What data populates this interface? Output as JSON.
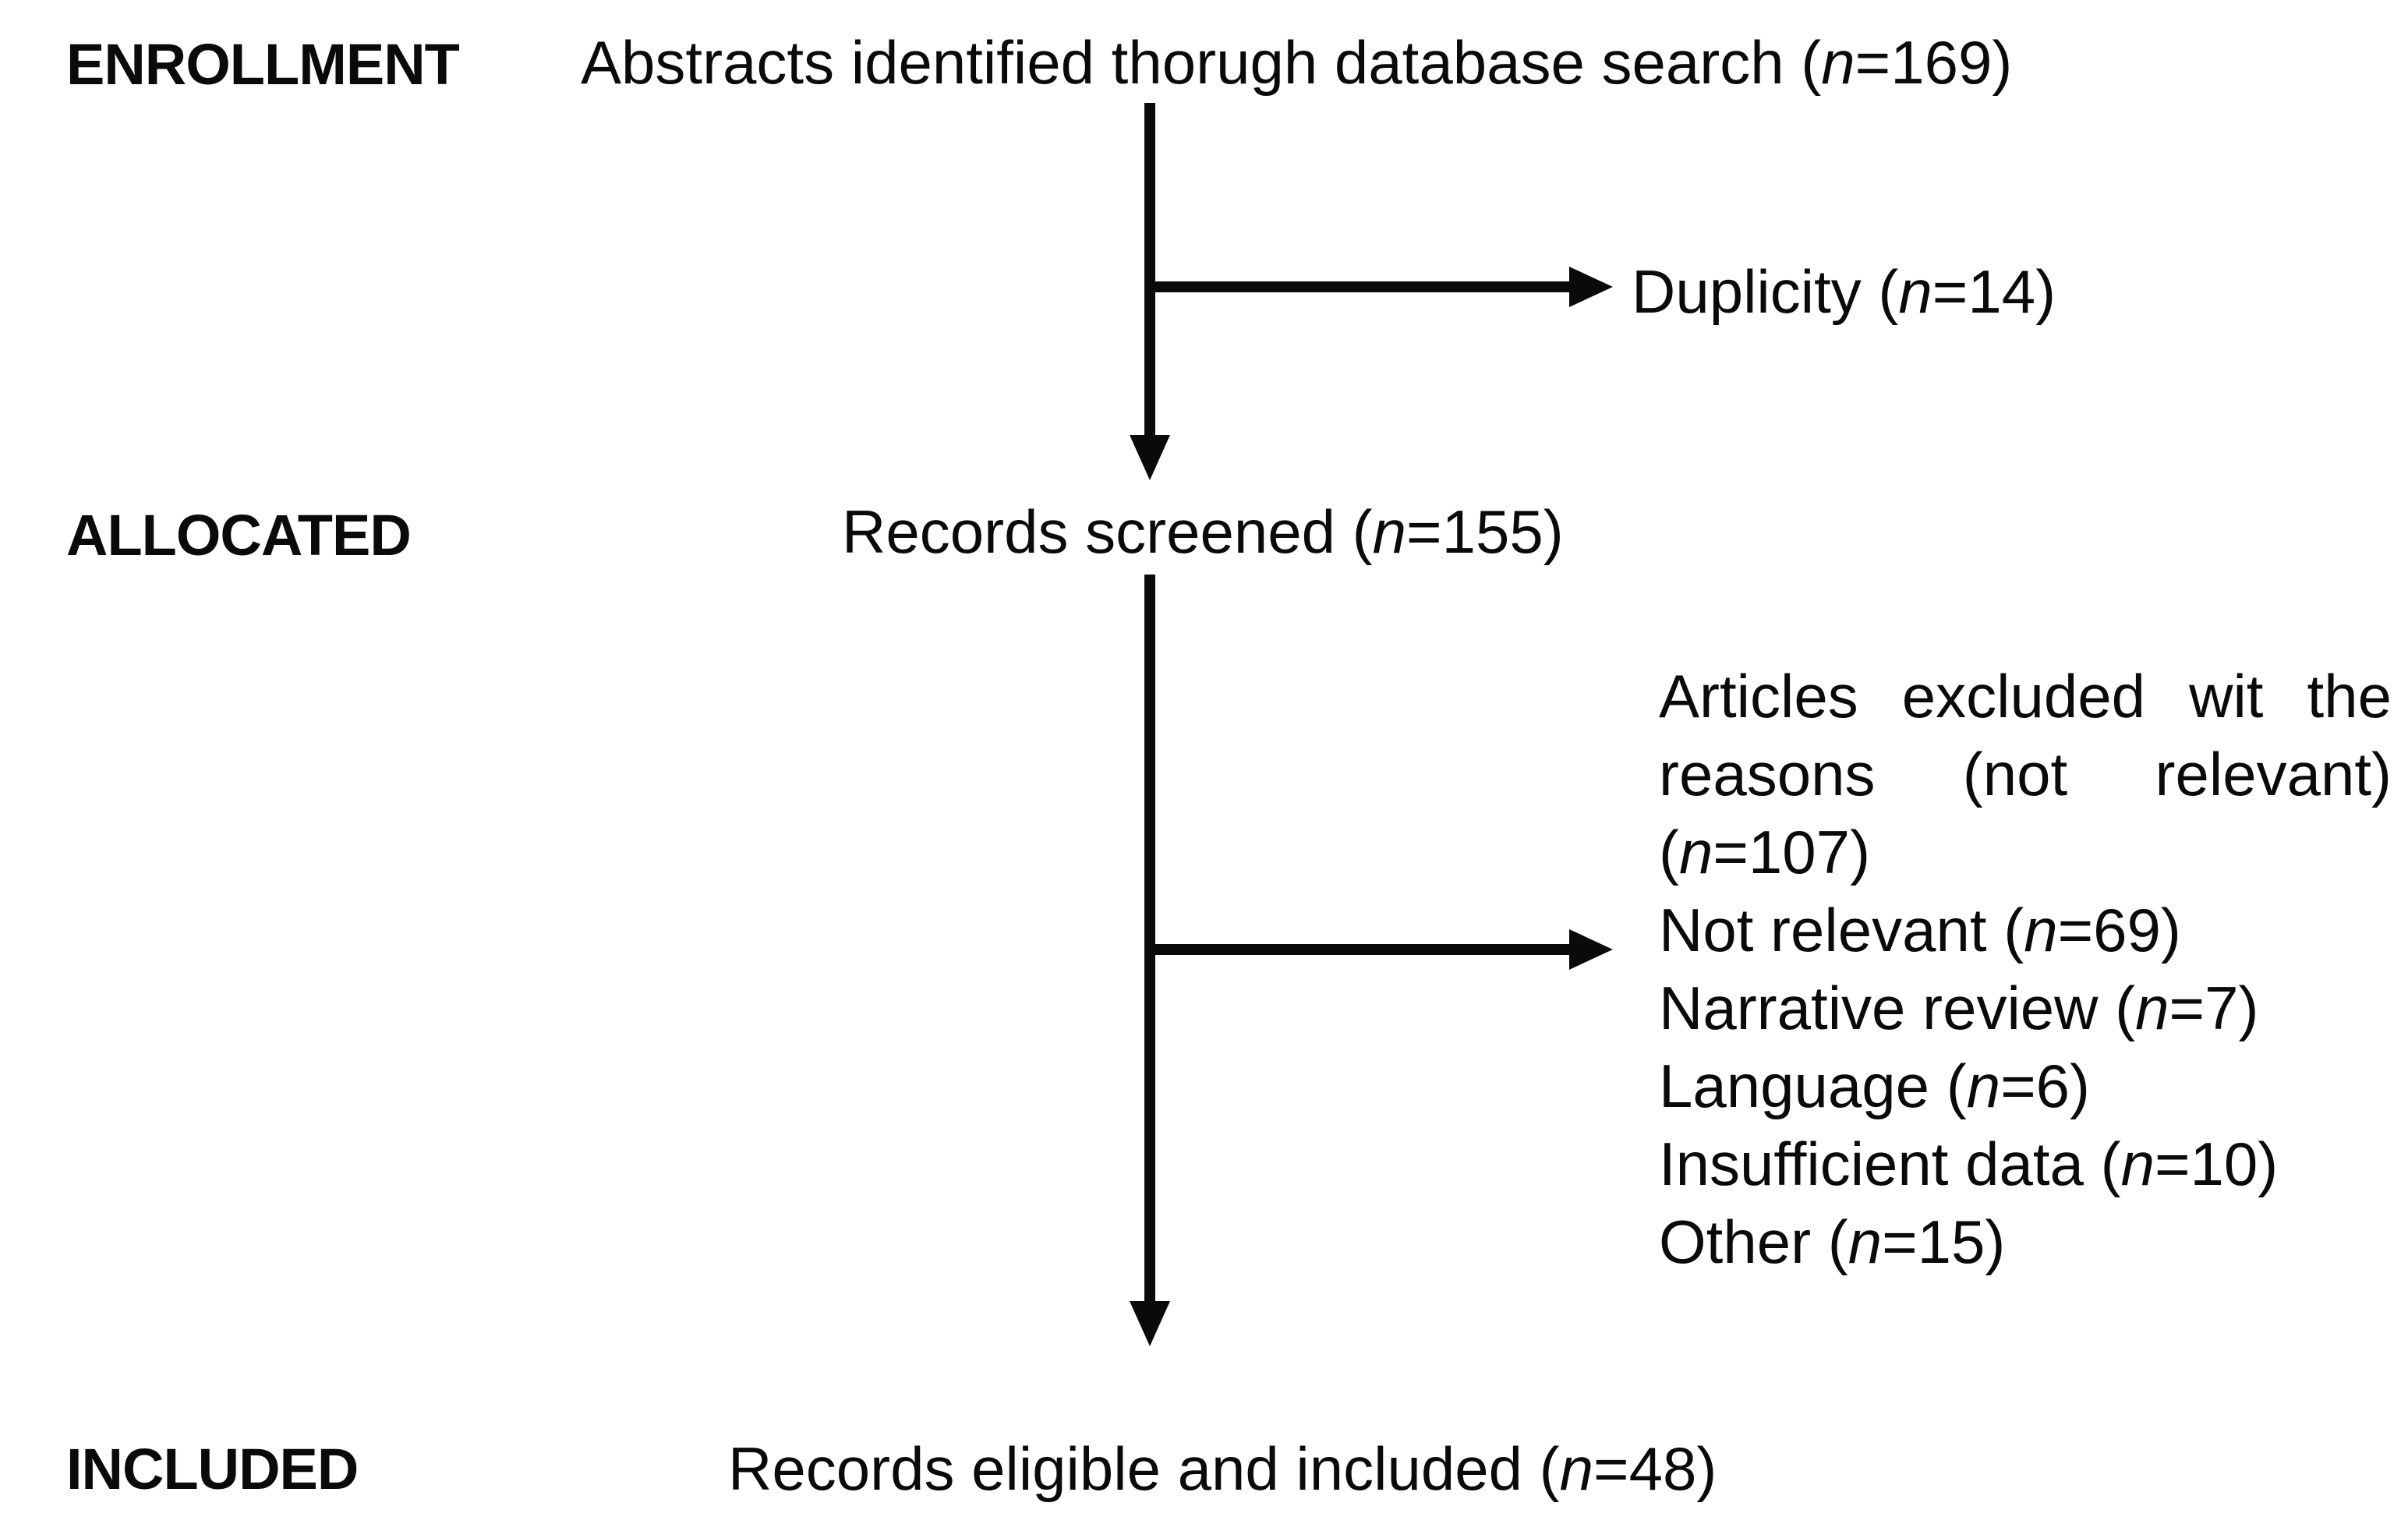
{
  "colors": {
    "ink": "#0a0a0a",
    "background": "#ffffff"
  },
  "stages": [
    {
      "label": "ENROLLMENT"
    },
    {
      "label": "ALLOCATED"
    },
    {
      "label": "INCLUDED"
    }
  ],
  "nodes": {
    "identified": {
      "text": "Abstracts identified thorugh database search (n=169)"
    },
    "screened": {
      "text": "Records screened (n=155)"
    },
    "included": {
      "text": "Records eligible and included (n=48)"
    }
  },
  "side_branches": {
    "duplicity": {
      "text": "Duplicity (n=14)"
    },
    "excluded": {
      "lines": [
        "Articles excluded wit the",
        "reasons (not relevant)",
        "(n=107)",
        "Not relevant (n=69)",
        "Narrative review (n=7)",
        "Language (n=6)",
        "Insufficient data (n=10)",
        "Other (n=15)"
      ]
    }
  }
}
